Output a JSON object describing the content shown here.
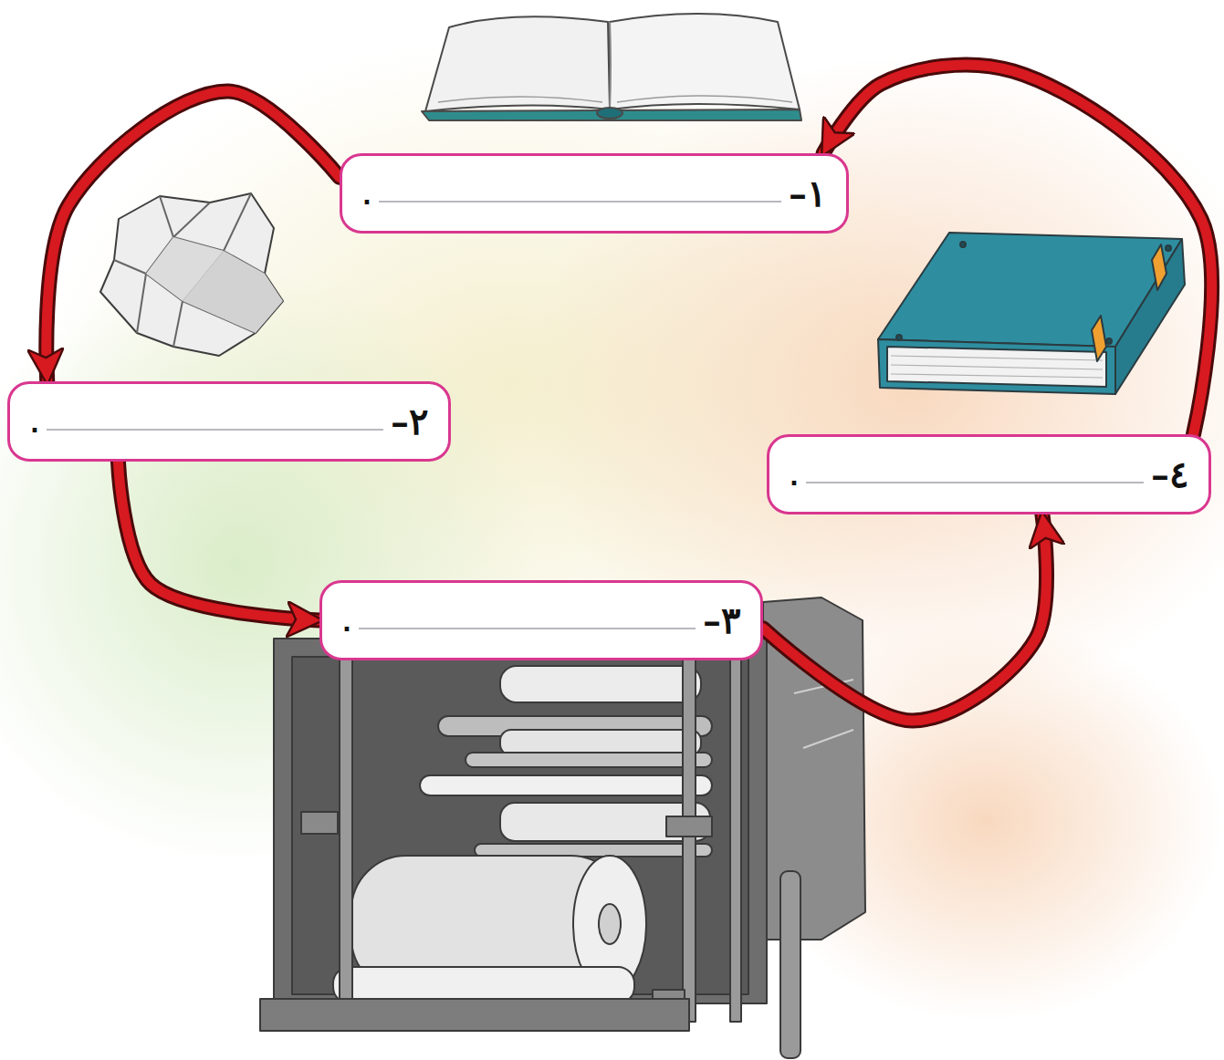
{
  "diagram": {
    "nodes": [
      {
        "text": [
          "١–",
          "."
        ]
      },
      {
        "text": [
          "٢–",
          "."
        ]
      },
      {
        "text": [
          "٣–",
          "."
        ]
      },
      {
        "text": [
          "٤–",
          "."
        ]
      }
    ],
    "edges": [
      {
        "from": 0,
        "to": 1,
        "arrow": "to"
      },
      {
        "from": 1,
        "to": 2,
        "arrow": "to"
      },
      {
        "from": 2,
        "to": 3,
        "arrow": "to"
      },
      {
        "from": 3,
        "to": 0,
        "arrow": "to"
      }
    ]
  }
}
